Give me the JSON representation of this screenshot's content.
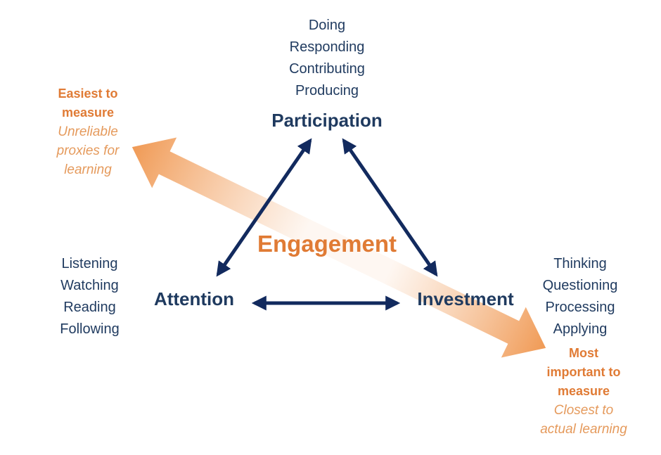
{
  "center_label": "Engagement",
  "nodes": {
    "participation": {
      "label": "Participation",
      "behaviors": [
        "Doing",
        "Responding",
        "Contributing",
        "Producing"
      ]
    },
    "attention": {
      "label": "Attention",
      "behaviors": [
        "Listening",
        "Watching",
        "Reading",
        "Following"
      ]
    },
    "investment": {
      "label": "Investment",
      "behaviors": [
        "Thinking",
        "Questioning",
        "Processing",
        "Applying"
      ]
    }
  },
  "scale_ends": {
    "top_left": {
      "strong": [
        "Easiest to",
        "measure"
      ],
      "note": [
        "Unreliable",
        "proxies for",
        "learning"
      ]
    },
    "bottom_right": {
      "strong": [
        "Most",
        "important to",
        "measure"
      ],
      "note": [
        "Closest to",
        "actual learning"
      ]
    }
  },
  "colors": {
    "navy": "#1f3a5f",
    "arrow_navy": "#122a5e",
    "orange": "#e07b35",
    "orange_light": "#f2a86a"
  }
}
